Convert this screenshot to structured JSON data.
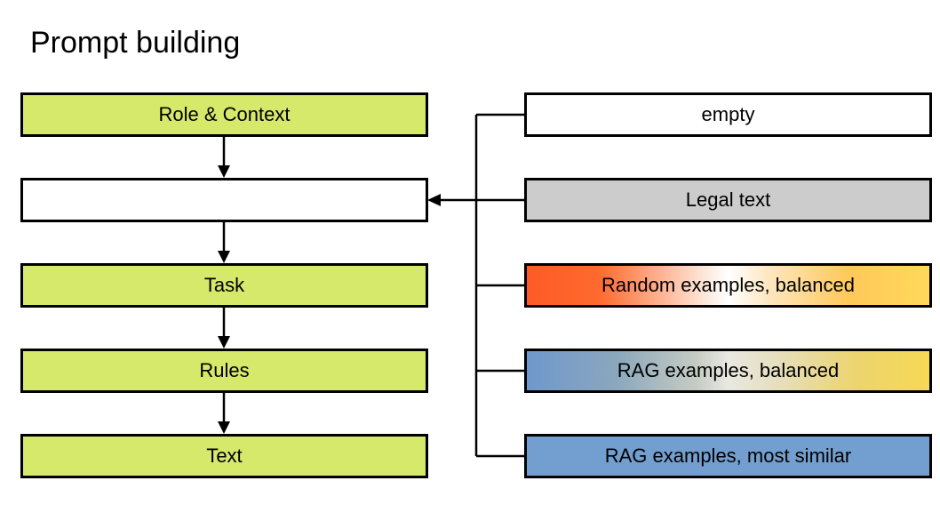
{
  "title": "Prompt building",
  "left_boxes": [
    {
      "label": "Role & Context"
    },
    {
      "label": ""
    },
    {
      "label": "Task"
    },
    {
      "label": "Rules"
    },
    {
      "label": "Text"
    }
  ],
  "right_boxes": [
    {
      "label": "empty"
    },
    {
      "label": "Legal text"
    },
    {
      "label": "Random examples, balanced"
    },
    {
      "label": "RAG examples, balanced"
    },
    {
      "label": "RAG examples, most similar"
    }
  ],
  "colors": {
    "green_box": "#d6e96b",
    "gray_box": "#cccccc",
    "blue_box": "#729fcf",
    "orange_gradient_start": "#ff5a26",
    "yellow_gradient_end": "#ffd95a",
    "border": "#000000"
  }
}
